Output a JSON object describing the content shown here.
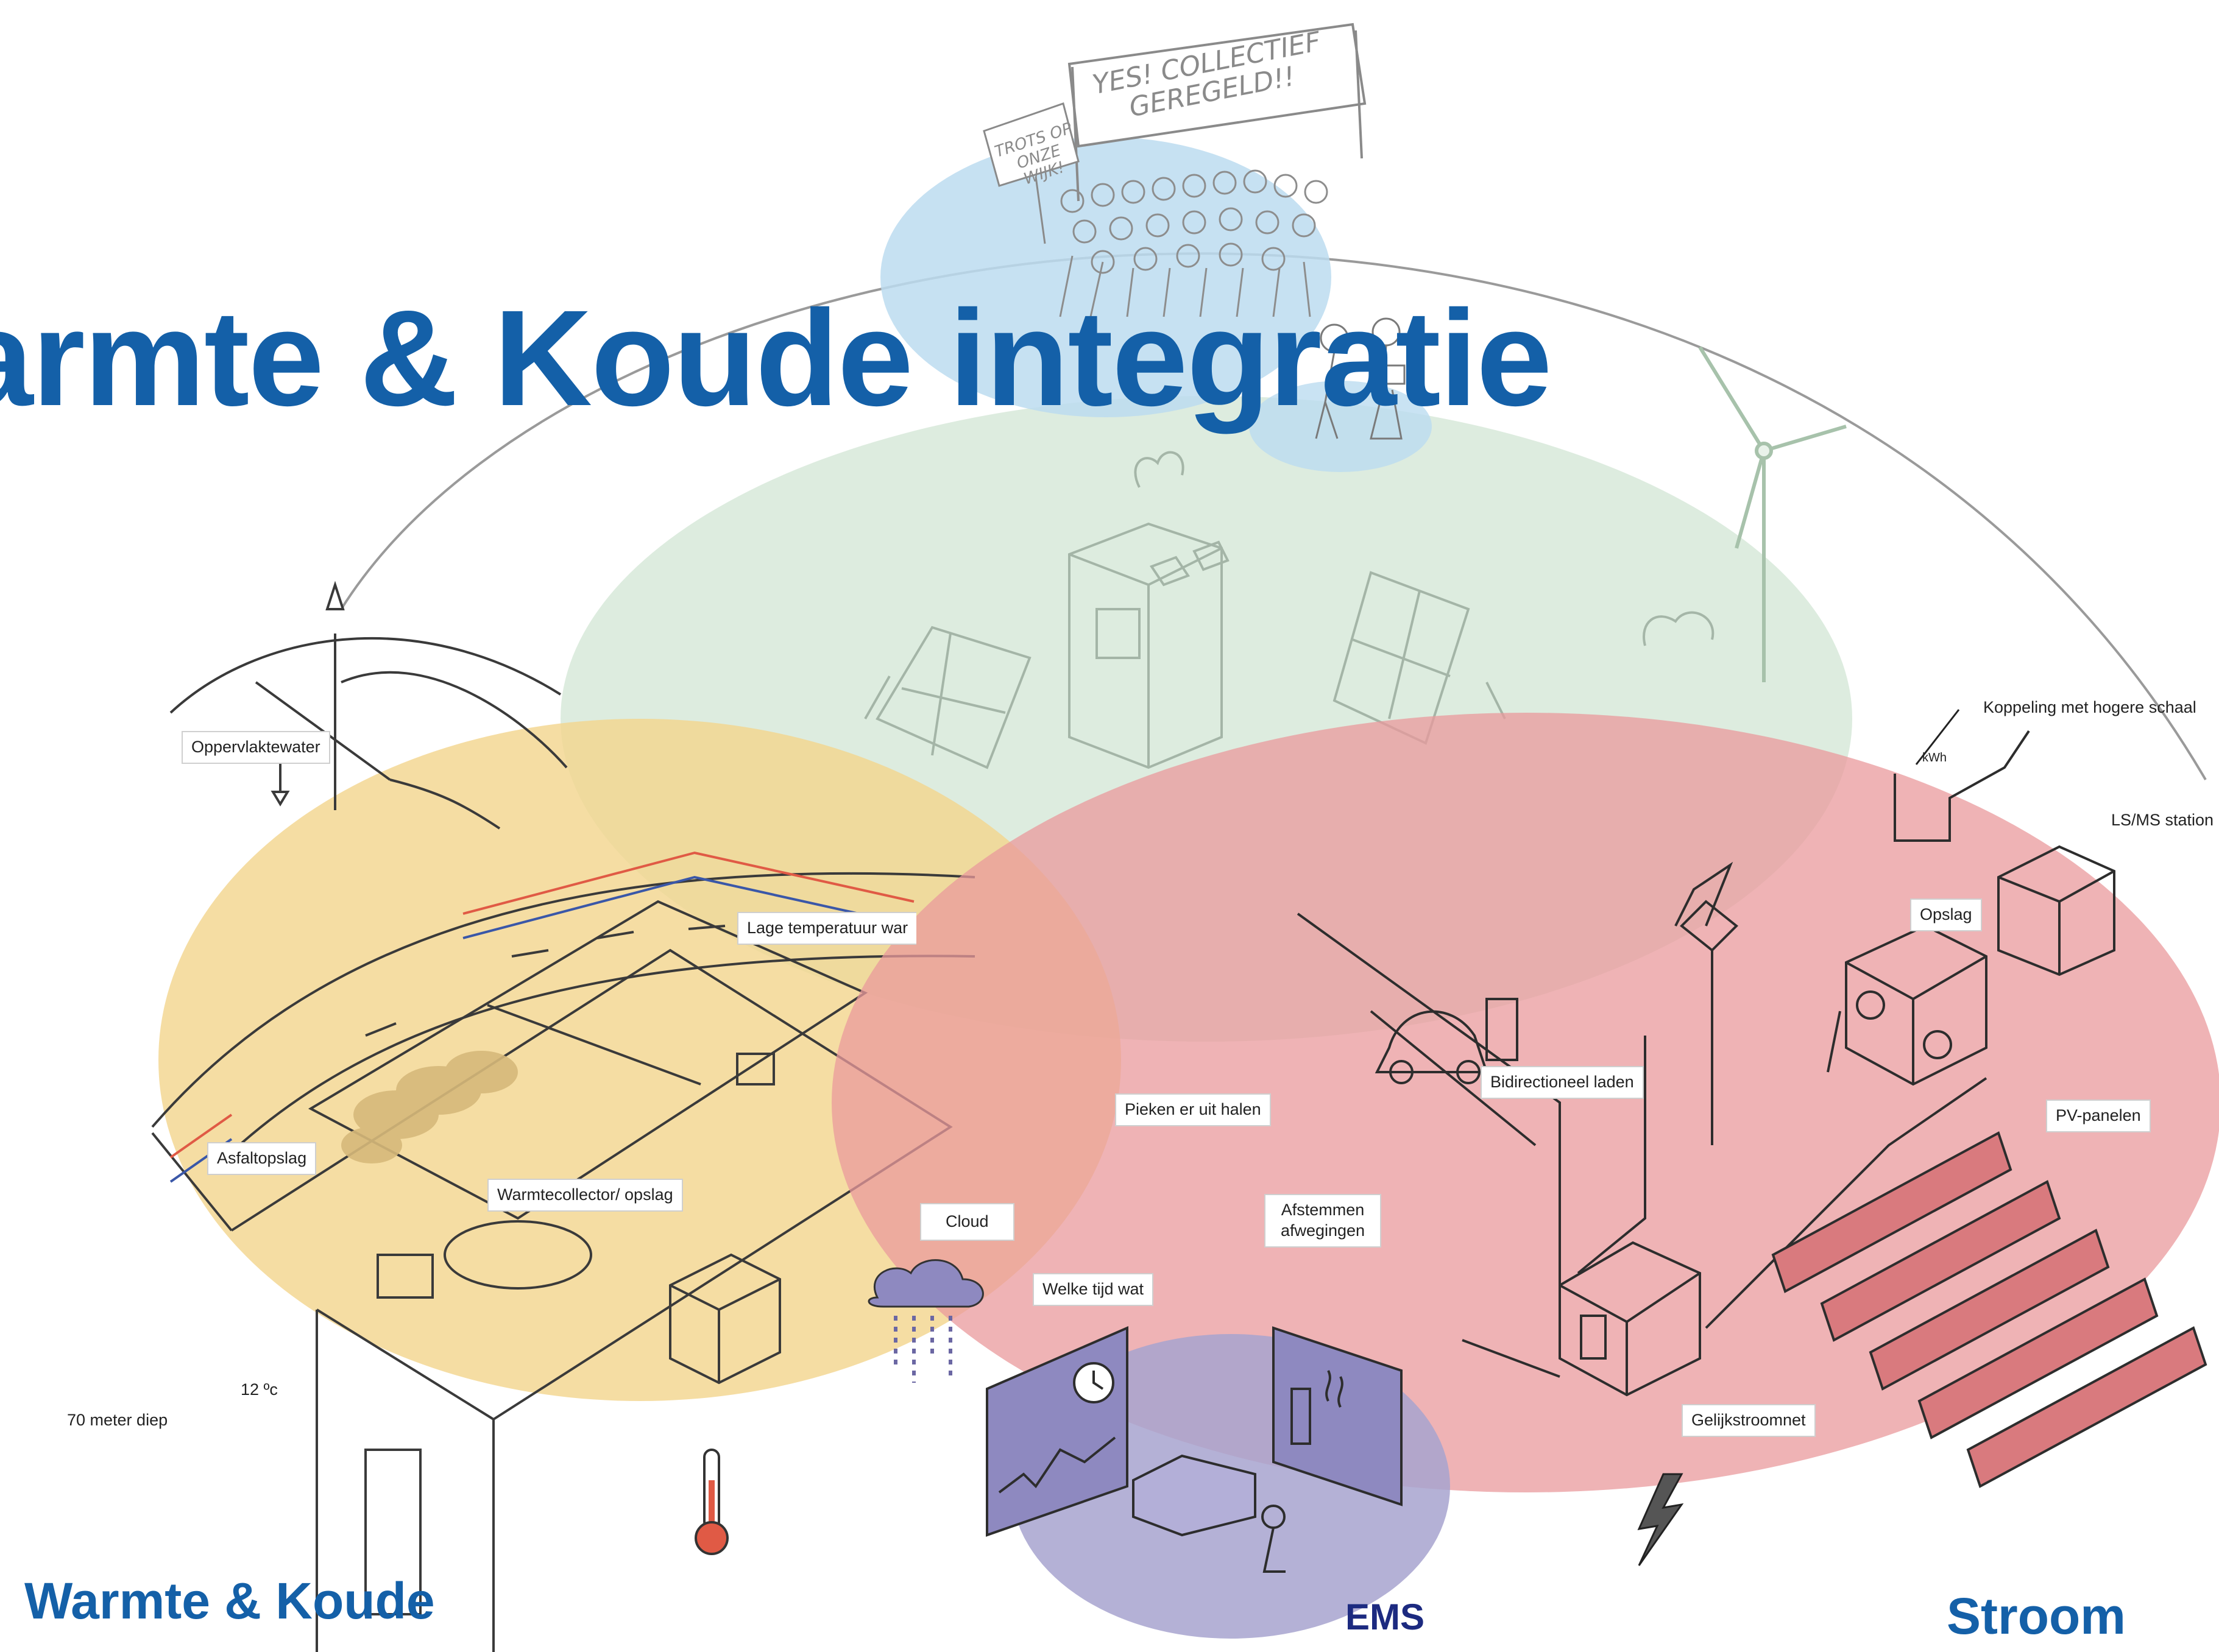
{
  "title": "armte & Koude integratie",
  "domains": {
    "heat_cold": "Warmte & Koude",
    "ems": "EMS",
    "power": "Stroom"
  },
  "community": {
    "banner": "YES! COLLECTIEF GEREGELD!!",
    "sign": "TROTS OP ONZE WIJK!"
  },
  "heat_labels": {
    "surface_water": "Oppervlaktewater",
    "low_temp": "Lage temperatuur war",
    "asphalt": "Asfaltopslag",
    "collector": "Warmtecollector/ opslag",
    "temp": "12 ºc",
    "depth": "70 meter diep"
  },
  "ems_labels": {
    "cloud": "Cloud",
    "when": "Welke tijd wat",
    "peaks": "Pieken er uit halen",
    "balance": "Afstemmen afwegingen"
  },
  "power_labels": {
    "coupling": "Koppeling met hogere schaal",
    "station": "LS/MS station",
    "storage": "Opslag",
    "bidirectional": "Bidirectioneel laden",
    "pv": "PV-panelen",
    "dc_grid": "Gelijkstroomnet",
    "meter": "kWh"
  },
  "colors": {
    "title_blue": "#1460a8",
    "ems_blue": "#1c2a80",
    "heat_yellow": "#f3d58f",
    "community_green": "#d7e9d9",
    "power_red": "#e99a9c",
    "ems_purple": "#a7a3cf",
    "community_blue": "#bcdcf0"
  },
  "icons": [
    "wind-turbine-icon",
    "thermometer-icon",
    "cloud-icon",
    "solar-panel-icon",
    "lightning-icon",
    "car-icon"
  ]
}
